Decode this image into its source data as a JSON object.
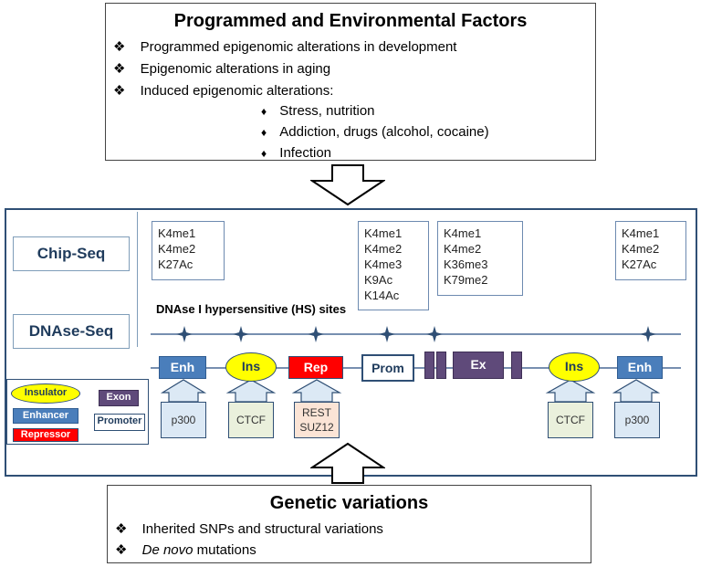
{
  "top": {
    "title": "Programmed and Environmental Factors",
    "bullets": [
      "Programmed epigenomic alterations in development",
      "Epigenomic  alterations in aging",
      "Induced epigenomic alterations:"
    ],
    "sub_bullets": [
      "Stress, nutrition",
      "Addiction, drugs (alcohol, cocaine)",
      "Infection"
    ],
    "bullet_symbol": "❖",
    "sub_bullet_symbol": "♦"
  },
  "panel": {
    "chip_label": "Chip-Seq",
    "dnase_label": "DNAse-Seq",
    "hs_caption": "DNAse I hypersensitive (HS) sites",
    "marks": [
      [
        "K4me1",
        "K4me2",
        "K27Ac"
      ],
      [
        "K4me1",
        "K4me2",
        "K4me3",
        "K9Ac",
        "K14Ac"
      ],
      [
        "K4me1",
        "K4me2",
        "K36me3",
        "K79me2"
      ],
      [
        "K4me1",
        "K4me2",
        "K27Ac"
      ]
    ],
    "elements": {
      "enh_left": "Enh",
      "ins_left": "Ins",
      "rep": "Rep",
      "prom": "Prom",
      "ex": "Ex",
      "ins_right": "Ins",
      "enh_right": "Enh"
    },
    "factors": {
      "p300_left": "p300",
      "ctcf_left": "CTCF",
      "rest_suz12": [
        "REST",
        "SUZ12"
      ],
      "ctcf_right": "CTCF",
      "p300_right": "p300"
    },
    "legend": {
      "insulator": "Insulator",
      "exon": "Exon",
      "enhancer": "Enhancer",
      "promoter": "Promoter",
      "repressor": "Repressor"
    },
    "colors": {
      "enhancer": "#4a7ebb",
      "insulator": "#ffff00",
      "repressor": "#ff0000",
      "exon": "#5f4a7a",
      "frame": "#2f4f75"
    }
  },
  "bottom": {
    "title": "Genetic variations",
    "bullets": [
      "Inherited SNPs and structural variations"
    ],
    "denovo_italic": "De novo",
    "denovo_rest": " mutations",
    "bullet_symbol": "❖"
  }
}
